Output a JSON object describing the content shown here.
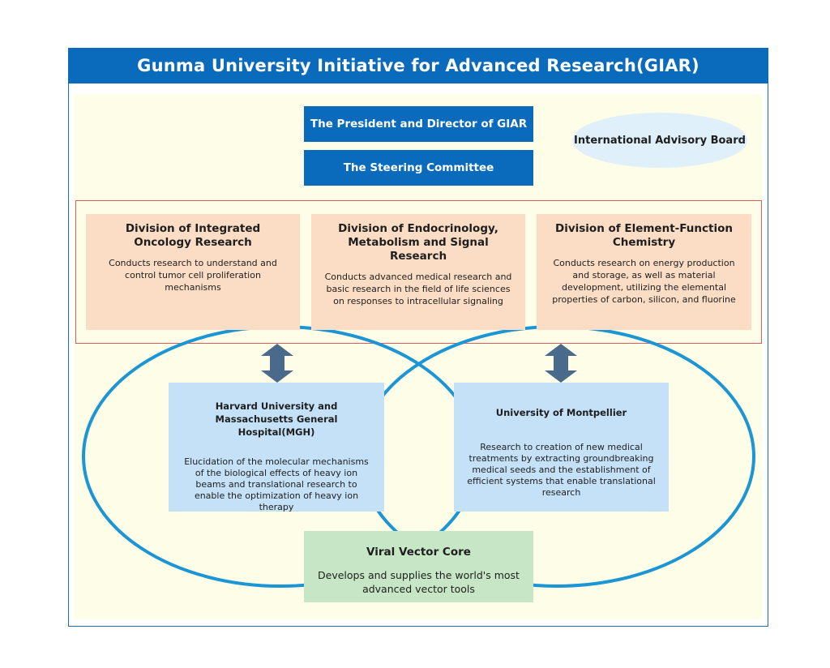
{
  "title": "Gunma University Initiative for Advanced Research(GIAR)",
  "leadership": {
    "president": "The President and Director of GIAR",
    "steering": "The Steering Committee",
    "advisory": "International Advisory Board"
  },
  "divisions": [
    {
      "title": "Division of Integrated Oncology Research",
      "description": "Conducts research to understand and control tumor cell proliferation mechanisms"
    },
    {
      "title": "Division of Endocrinology, Metabolism and Signal Research",
      "description": "Conducts advanced medical research and basic research in the field of life sciences on responses to intracellular signaling"
    },
    {
      "title": "Division of Element-Function Chemistry",
      "description": "Conducts research on energy production and storage, as well as material development, utilizing the elemental properties of carbon, silicon, and fluorine"
    }
  ],
  "partners": [
    {
      "title": "Harvard University and Massachusetts General Hospital(MGH)",
      "description": "Elucidation of the molecular mechanisms of the biological effects of heavy ion beams and translational research to enable the optimization of heavy ion therapy"
    },
    {
      "title": "University of Montpellier",
      "description": "Research to creation of new medical treatments by extracting groundbreaking medical seeds and the establishment of efficient systems that enable translational research"
    }
  ],
  "core": {
    "title": "Viral Vector Core",
    "description": "Develops and supplies the world's most advanced vector tools"
  },
  "colors": {
    "header_blue": "#0a6bbd",
    "division_fill": "#fbdcc4",
    "partner_fill": "#c4e1f8",
    "core_fill": "#c7e6c6",
    "oval_stroke": "#1b95d3",
    "arrow_fill": "#4a6a8c",
    "background": "#fdfde8",
    "division_frame": "#e05a5a"
  }
}
